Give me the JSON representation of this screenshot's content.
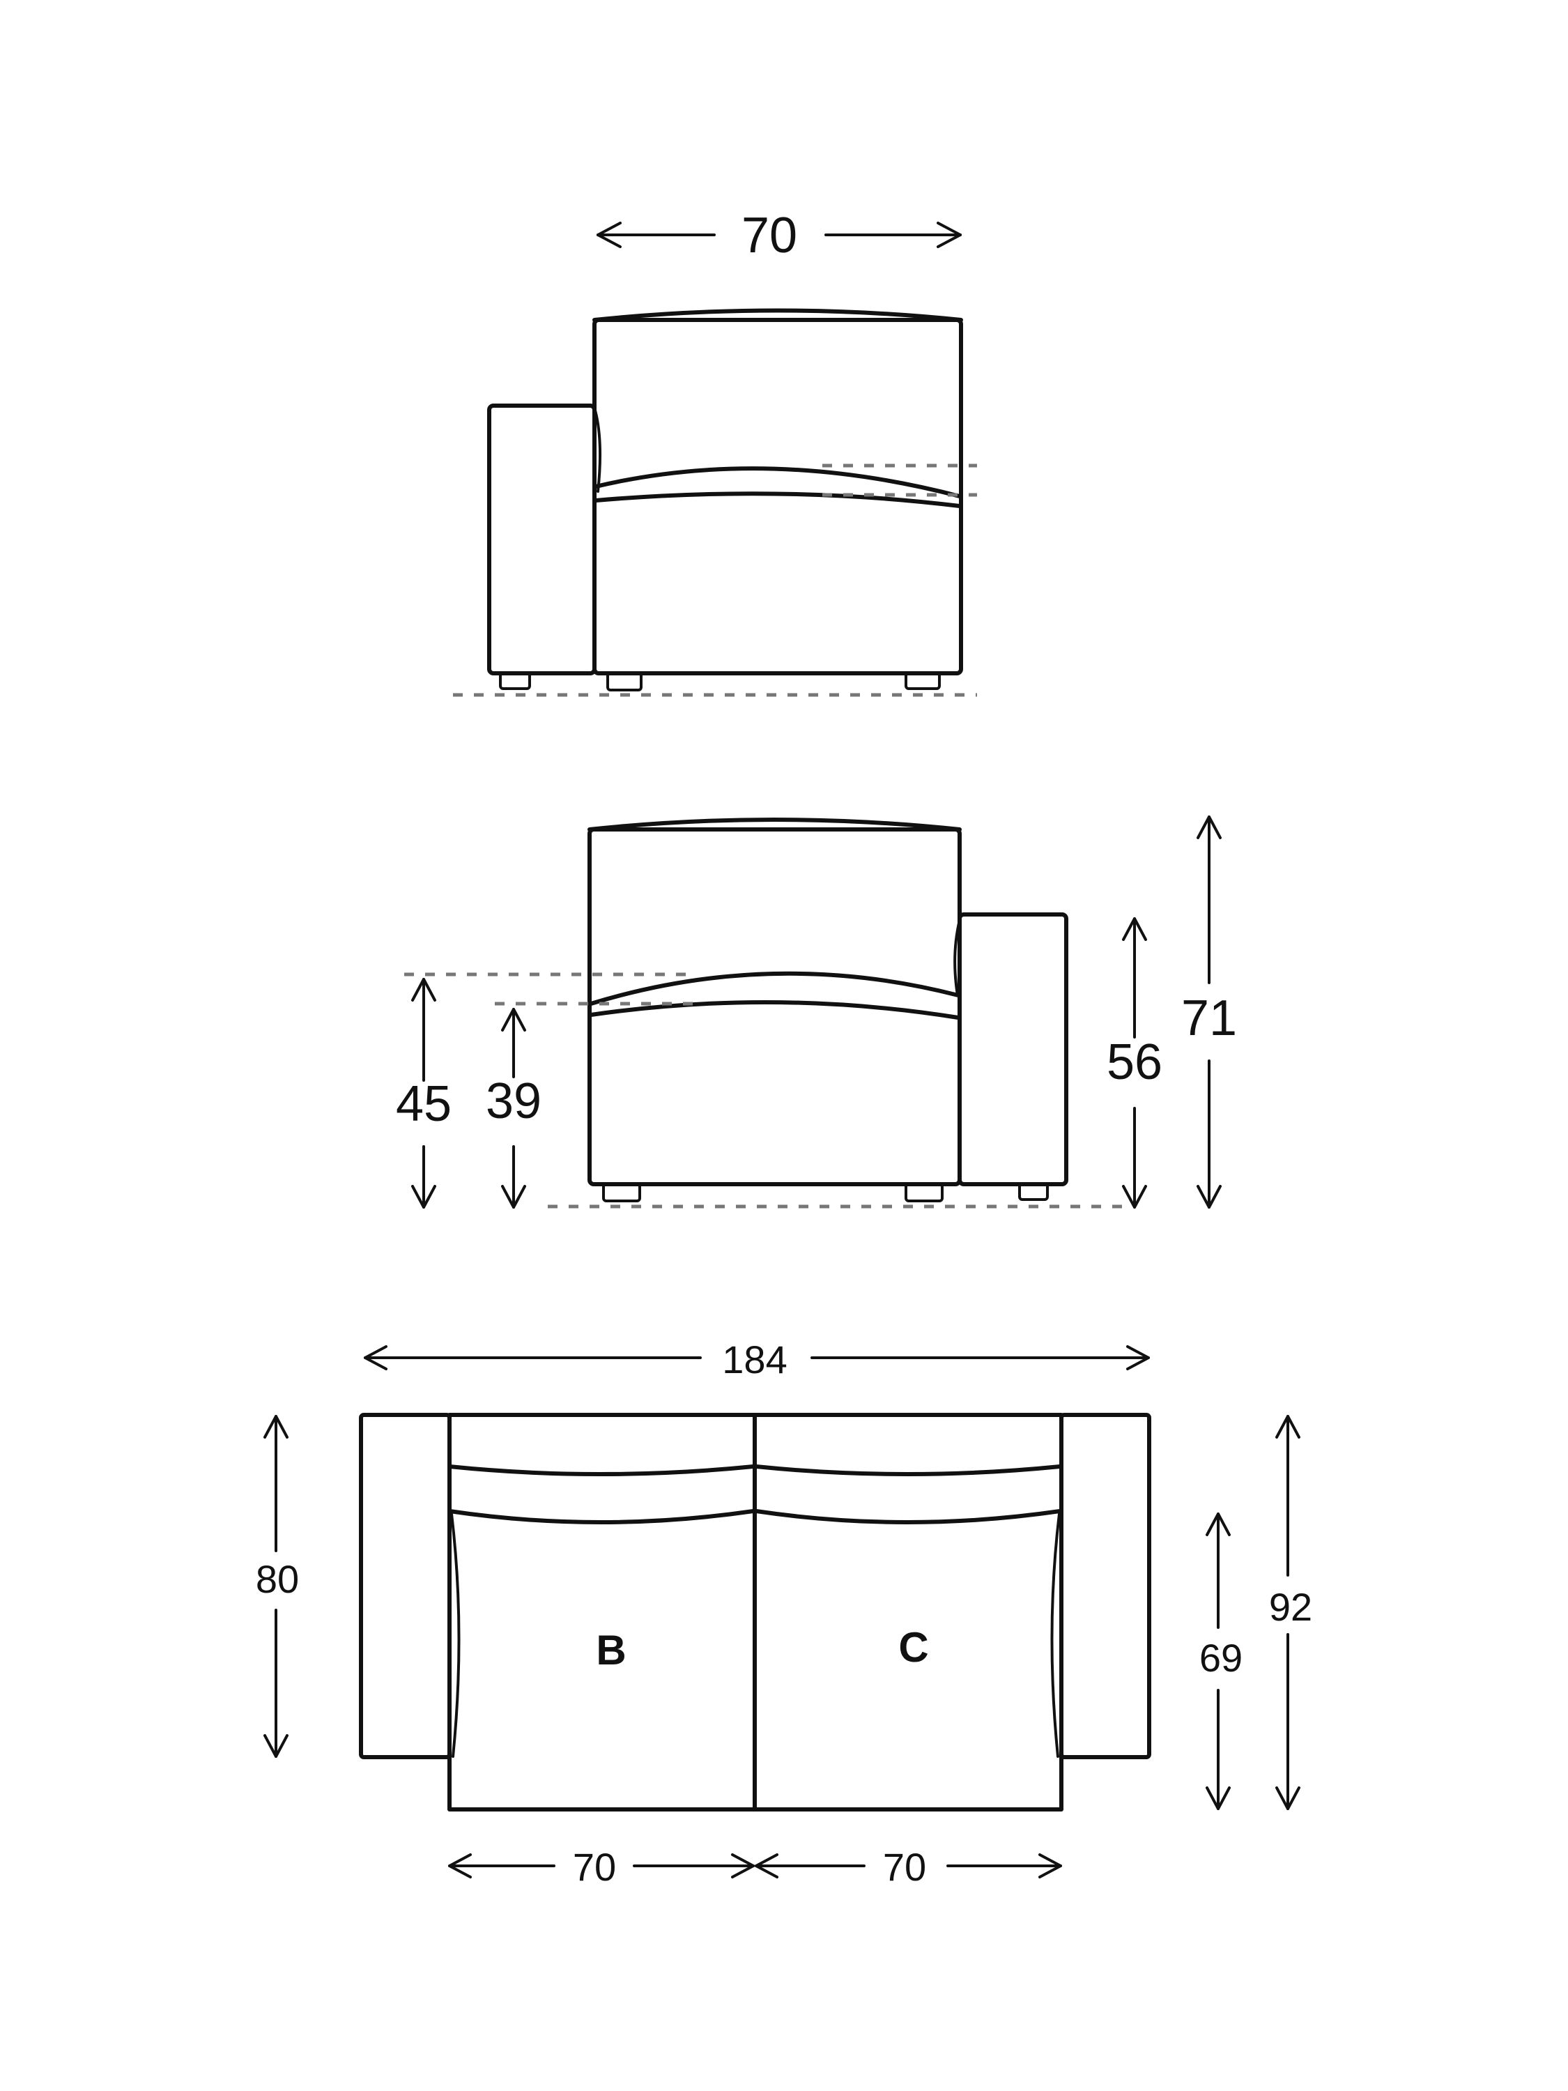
{
  "diagram": {
    "type": "sofa dimension drawing",
    "units_note": "",
    "views": {
      "front_left_arm": {
        "width_label": "70"
      },
      "front_right_arm": {
        "seat_height_label": "45",
        "seat_front_height_label": "39",
        "arm_height_label": "56",
        "total_height_label": "71"
      },
      "plan": {
        "total_width_label": "184",
        "arm_depth_label": "80",
        "seat_depth_label": "69",
        "total_depth_label": "92",
        "module_b_label": "B",
        "module_c_label": "C",
        "module_b_width_label": "70",
        "module_c_width_label": "70"
      }
    }
  }
}
